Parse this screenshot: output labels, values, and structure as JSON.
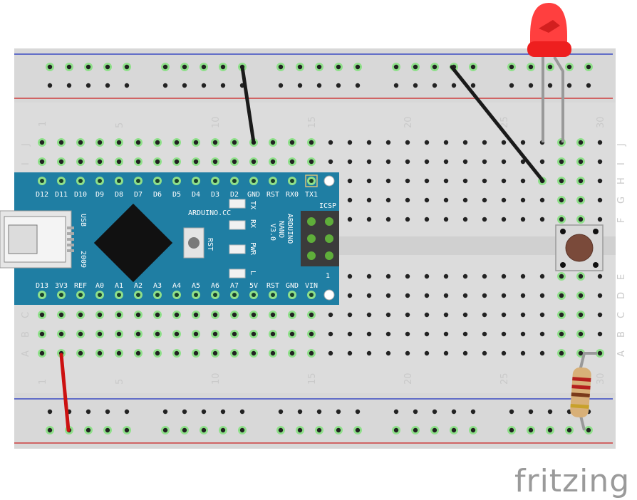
{
  "breadboard": {
    "columns": 30,
    "col_numbers_top": [
      "1",
      "5",
      "10",
      "15",
      "20",
      "25",
      "30"
    ],
    "col_numbers_bottom": [
      "1",
      "5",
      "10",
      "15",
      "20",
      "25",
      "30"
    ],
    "rows_top": [
      "J",
      "I",
      "H",
      "G",
      "F"
    ],
    "rows_bottom": [
      "E",
      "D",
      "C",
      "B",
      "A"
    ]
  },
  "nano": {
    "top_pins": [
      "D12",
      "D11",
      "D10",
      "D9",
      "D8",
      "D7",
      "D6",
      "D5",
      "D4",
      "D3",
      "D2",
      "GND",
      "RST",
      "RX0",
      "TX1"
    ],
    "bottom_pins": [
      "D13",
      "3V3",
      "REF",
      "A0",
      "A1",
      "A2",
      "A3",
      "A4",
      "A5",
      "A6",
      "A7",
      "5V",
      "RST",
      "GND",
      "VIN"
    ],
    "usb_label": "USB",
    "year_label": "2009",
    "brand_label": "ARDUINO.CC",
    "model_line1": "ARDUINO",
    "model_line2": "NANO",
    "model_line3": "V3.0",
    "icsp_label": "ICSP",
    "rst_label": "RST",
    "led_labels": [
      "TX",
      "RX",
      "PWR",
      "L"
    ],
    "icsp_pin1": "1",
    "color": "#1f7ea3"
  },
  "wires": {
    "gnd_color": "#1a1a1a",
    "power_color": "#cc1111"
  },
  "led_color": "#ff2a2a",
  "resistor_color": "#d8b078",
  "brand": {
    "logo": "fritzing"
  }
}
